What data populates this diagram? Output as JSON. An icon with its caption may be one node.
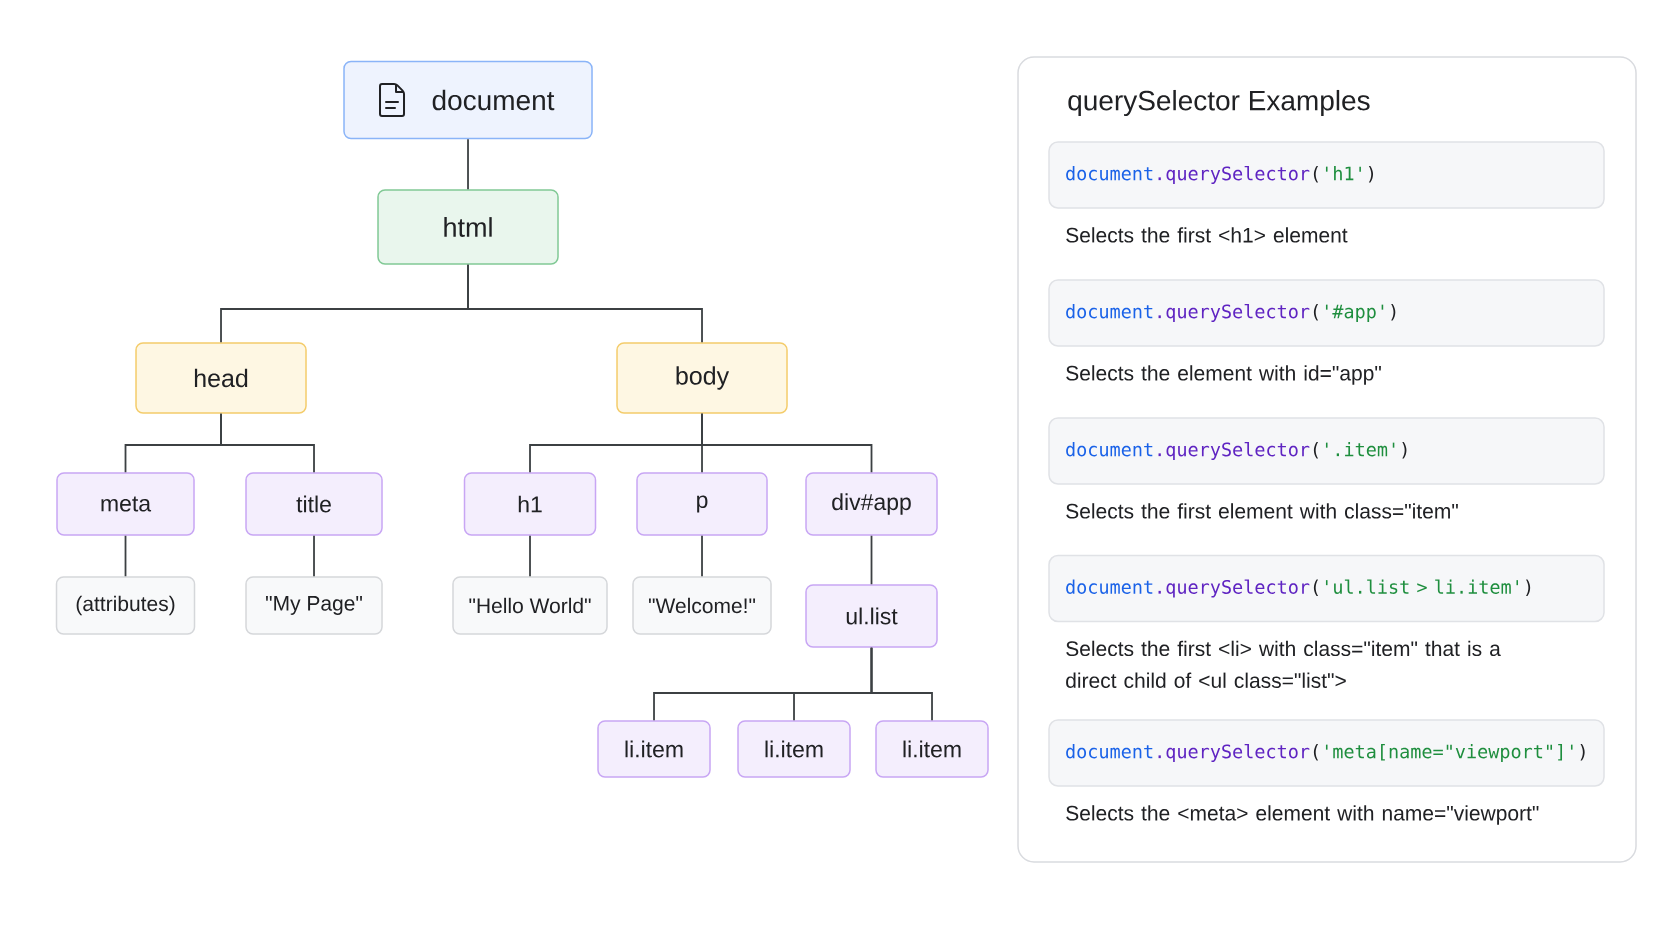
{
  "diagram": {
    "nodes": [
      {
        "text": [
          "document"
        ]
      },
      {
        "text": [
          "html"
        ]
      },
      {
        "text": [
          "head"
        ]
      },
      {
        "text": [
          "body"
        ]
      },
      {
        "text": [
          "meta"
        ]
      },
      {
        "text": [
          "title"
        ]
      },
      {
        "text": [
          "h1"
        ]
      },
      {
        "text": [
          "p"
        ]
      },
      {
        "text": [
          "div#app"
        ]
      },
      {
        "text": [
          "(attributes)"
        ]
      },
      {
        "text": [
          "\"My Page\""
        ]
      },
      {
        "text": [
          "\"Hello World\""
        ]
      },
      {
        "text": [
          "\"Welcome!\""
        ]
      },
      {
        "text": [
          "ul.list"
        ]
      },
      {
        "text": [
          "li.item"
        ]
      },
      {
        "text": [
          "li.item"
        ]
      },
      {
        "text": [
          "li.item"
        ]
      },
      {
        "text": [
          "querySelector Examples"
        ]
      },
      {
        "text": [
          "document.querySelector('h1')"
        ],
        "in": 17,
        "beside": [
          "Selects the first <h1> element"
        ]
      },
      {
        "text": [
          "document.querySelector('#app')"
        ],
        "in": 17,
        "beside": [
          "Selects the element with id=\"app\""
        ]
      },
      {
        "text": [
          "document.querySelector('.item')"
        ],
        "in": 17,
        "beside": [
          "Selects the first element with class=\"item\""
        ]
      },
      {
        "text": [
          "document.querySelector('ul.list > li.item')"
        ],
        "in": 17,
        "beside": [
          "Selects the first <li> with class=\"item\" that is a direct child of <ul class=\"list\">"
        ]
      },
      {
        "text": [
          "document.querySelector('meta[name=\"viewport\"]')"
        ],
        "in": 17,
        "beside": [
          "Selects the <meta> element with name=\"viewport\""
        ]
      }
    ],
    "edges": [
      {
        "from": 0,
        "to": 1,
        "arrow": "none"
      },
      {
        "from": 1,
        "to": 2,
        "arrow": "none"
      },
      {
        "from": 1,
        "to": 3,
        "arrow": "none"
      },
      {
        "from": 2,
        "to": 4,
        "arrow": "none"
      },
      {
        "from": 2,
        "to": 5,
        "arrow": "none"
      },
      {
        "from": 3,
        "to": 6,
        "arrow": "none"
      },
      {
        "from": 3,
        "to": 7,
        "arrow": "none"
      },
      {
        "from": 3,
        "to": 8,
        "arrow": "none"
      },
      {
        "from": 4,
        "to": 9,
        "arrow": "none"
      },
      {
        "from": 5,
        "to": 10,
        "arrow": "none"
      },
      {
        "from": 6,
        "to": 11,
        "arrow": "none"
      },
      {
        "from": 7,
        "to": 12,
        "arrow": "none"
      },
      {
        "from": 8,
        "to": 13,
        "arrow": "none"
      },
      {
        "from": 13,
        "to": 14,
        "arrow": "none"
      },
      {
        "from": 13,
        "to": 15,
        "arrow": "none"
      },
      {
        "from": 13,
        "to": 16,
        "arrow": "none"
      }
    ]
  }
}
